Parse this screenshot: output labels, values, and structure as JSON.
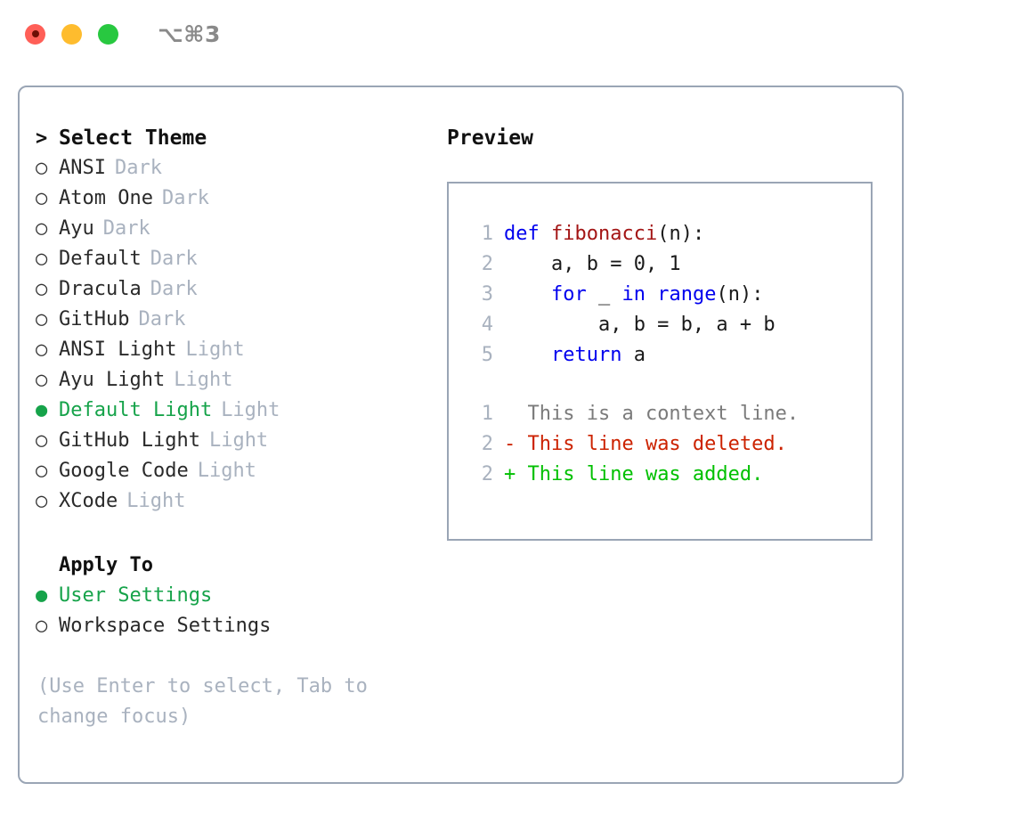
{
  "window": {
    "title": "⌥⌘3",
    "controls": [
      {
        "name": "close",
        "color": "#ff5f57"
      },
      {
        "name": "minimize",
        "color": "#febc2e"
      },
      {
        "name": "zoom",
        "color": "#28c840"
      }
    ]
  },
  "theme_panel": {
    "header_marker": ">",
    "header_label": "Select Theme",
    "selected_marker": "●",
    "unselected_marker": "○",
    "items": [
      {
        "marker": "○",
        "label": "ANSI",
        "kind": "Dark",
        "selected": false
      },
      {
        "marker": "○",
        "label": "Atom One",
        "kind": "Dark",
        "selected": false
      },
      {
        "marker": "○",
        "label": "Ayu",
        "kind": "Dark",
        "selected": false
      },
      {
        "marker": "○",
        "label": "Default",
        "kind": "Dark",
        "selected": false
      },
      {
        "marker": "○",
        "label": "Dracula",
        "kind": "Dark",
        "selected": false
      },
      {
        "marker": "○",
        "label": "GitHub",
        "kind": "Dark",
        "selected": false
      },
      {
        "marker": "○",
        "label": "ANSI Light",
        "kind": "Light",
        "selected": false
      },
      {
        "marker": "○",
        "label": "Ayu Light",
        "kind": "Light",
        "selected": false
      },
      {
        "marker": "●",
        "label": "Default Light",
        "kind": "Light",
        "selected": true
      },
      {
        "marker": "○",
        "label": "GitHub Light",
        "kind": "Light",
        "selected": false
      },
      {
        "marker": "○",
        "label": "Google Code",
        "kind": "Light",
        "selected": false
      },
      {
        "marker": "○",
        "label": "XCode",
        "kind": "Light",
        "selected": false
      }
    ]
  },
  "apply_to": {
    "header_label": "Apply To",
    "items": [
      {
        "marker": "●",
        "label": "User Settings",
        "selected": true
      },
      {
        "marker": "○",
        "label": "Workspace Settings",
        "selected": false
      }
    ]
  },
  "hint": "(Use Enter to select, Tab to change focus)",
  "preview": {
    "title": "Preview",
    "code_lines": [
      {
        "no": "1",
        "tokens": [
          {
            "t": "def ",
            "c": "kw"
          },
          {
            "t": "fibonacci",
            "c": "fn"
          },
          {
            "t": "(n):",
            "c": "pl"
          }
        ]
      },
      {
        "no": "2",
        "tokens": [
          {
            "t": "    a, b = 0, 1",
            "c": "pl"
          }
        ]
      },
      {
        "no": "3",
        "tokens": [
          {
            "t": "    ",
            "c": "pl"
          },
          {
            "t": "for",
            "c": "kw"
          },
          {
            "t": " _ ",
            "c": "pl"
          },
          {
            "t": "in",
            "c": "kw"
          },
          {
            "t": " ",
            "c": "pl"
          },
          {
            "t": "range",
            "c": "kw"
          },
          {
            "t": "(n):",
            "c": "pl"
          }
        ]
      },
      {
        "no": "4",
        "tokens": [
          {
            "t": "        a, b = b, a + b",
            "c": "pl"
          }
        ]
      },
      {
        "no": "5",
        "tokens": [
          {
            "t": "    ",
            "c": "pl"
          },
          {
            "t": "return",
            "c": "kw"
          },
          {
            "t": " a",
            "c": "pl"
          }
        ]
      }
    ],
    "diff_lines": [
      {
        "no": "1",
        "sign": " ",
        "text": " This is a context line.",
        "kind": "ctx"
      },
      {
        "no": "2",
        "sign": "-",
        "text": " This line was deleted.",
        "kind": "del"
      },
      {
        "no": "2",
        "sign": "+",
        "text": " This line was added.",
        "kind": "add"
      }
    ]
  },
  "colors": {
    "accent_green": "#16a34a",
    "diff_add": "#00c000",
    "diff_del": "#cc2200",
    "keyword_blue": "#0000ee",
    "function_red": "#a31515",
    "muted": "#a9b2bf",
    "border": "#9aa5b5"
  }
}
